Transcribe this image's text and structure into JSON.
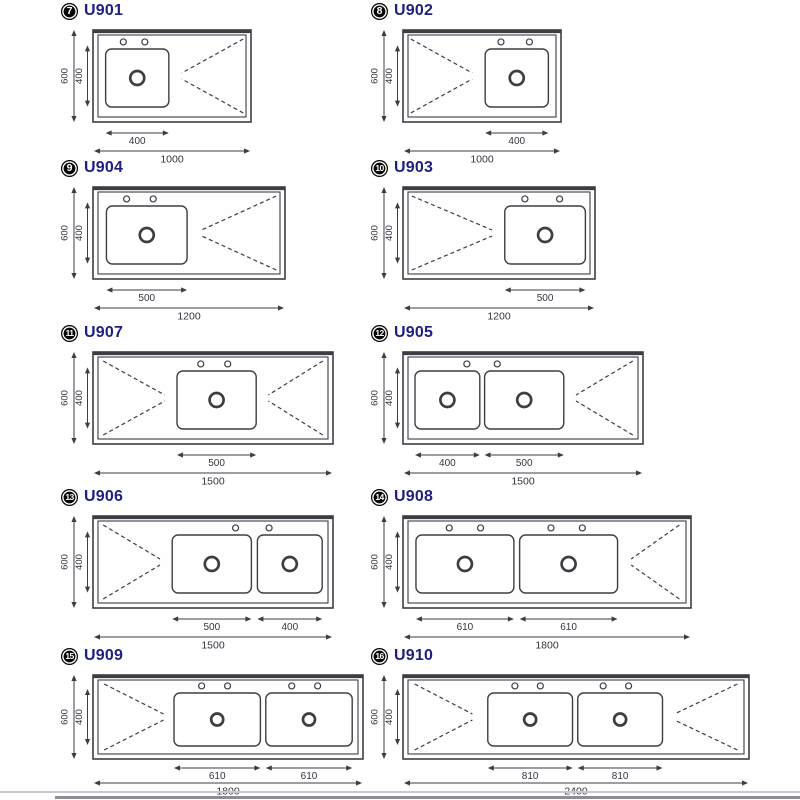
{
  "colors": {
    "line": "#3d3d44",
    "dim_text": "#34343f",
    "model_text": "#1f1f7e",
    "badge_bg": "#050505",
    "badge_text": "#ffffff",
    "divider_light": "#c9c9cd",
    "divider_dark": "#8d8d95",
    "background": "#ffffff"
  },
  "diagrams": [
    {
      "badge": "7",
      "model": "U901",
      "height": "600",
      "bowl_height": "400",
      "total": "1000",
      "geom": {
        "row": 0,
        "col": 0,
        "rect_w": 158,
        "rect_h": 92,
        "segments": [
          {
            "type": "bowl",
            "x": 0.08,
            "w": 0.4,
            "label": "400",
            "holes": [
              0.28,
              0.62
            ]
          },
          {
            "type": "board",
            "x": 0.53,
            "w": 0.44,
            "point": "left"
          }
        ]
      }
    },
    {
      "badge": "8",
      "model": "U902",
      "height": "600",
      "bowl_height": "400",
      "total": "1000",
      "geom": {
        "row": 0,
        "col": 1,
        "rect_w": 158,
        "rect_h": 92,
        "segments": [
          {
            "type": "board",
            "x": 0.03,
            "w": 0.44,
            "point": "right"
          },
          {
            "type": "bowl",
            "x": 0.52,
            "w": 0.4,
            "label": "400",
            "holes": [
              0.25,
              0.7
            ]
          }
        ]
      }
    },
    {
      "badge": "9",
      "model": "U904",
      "height": "600",
      "bowl_height": "400",
      "total": "1200",
      "geom": {
        "row": 1,
        "col": 0,
        "rect_w": 192,
        "rect_h": 92,
        "segments": [
          {
            "type": "bowl",
            "x": 0.07,
            "w": 0.42,
            "label": "500",
            "holes": [
              0.25,
              0.58
            ]
          },
          {
            "type": "board",
            "x": 0.54,
            "w": 0.43,
            "point": "left"
          }
        ]
      }
    },
    {
      "badge": "10",
      "model": "U903",
      "height": "600",
      "bowl_height": "400",
      "total": "1200",
      "geom": {
        "row": 1,
        "col": 1,
        "rect_w": 192,
        "rect_h": 92,
        "segments": [
          {
            "type": "board",
            "x": 0.03,
            "w": 0.46,
            "point": "right"
          },
          {
            "type": "bowl",
            "x": 0.53,
            "w": 0.42,
            "label": "500",
            "holes": [
              0.25,
              0.68
            ]
          }
        ]
      }
    },
    {
      "badge": "11",
      "model": "U907",
      "height": "600",
      "bowl_height": "400",
      "total": "1500",
      "geom": {
        "row": 2,
        "col": 0,
        "rect_w": 240,
        "rect_h": 92,
        "segments": [
          {
            "type": "board",
            "x": 0.03,
            "w": 0.29,
            "point": "right"
          },
          {
            "type": "bowl",
            "x": 0.35,
            "w": 0.33,
            "label": "500",
            "holes": [
              0.3,
              0.64
            ]
          },
          {
            "type": "board",
            "x": 0.71,
            "w": 0.26,
            "point": "left"
          }
        ]
      }
    },
    {
      "badge": "12",
      "model": "U905",
      "height": "600",
      "bowl_height": "400",
      "total": "1500",
      "geom": {
        "row": 2,
        "col": 1,
        "rect_w": 240,
        "rect_h": 92,
        "segments": [
          {
            "type": "bowl",
            "x": 0.05,
            "w": 0.27,
            "label": "400",
            "holes": [
              0.8
            ]
          },
          {
            "type": "bowl",
            "x": 0.34,
            "w": 0.33,
            "label": "500",
            "holes": [
              0.16
            ]
          },
          {
            "type": "board",
            "x": 0.7,
            "w": 0.27,
            "point": "left"
          }
        ]
      }
    },
    {
      "badge": "13",
      "model": "U906",
      "height": "600",
      "bowl_height": "400",
      "total": "1500",
      "geom": {
        "row": 3,
        "col": 0,
        "rect_w": 240,
        "rect_h": 92,
        "segments": [
          {
            "type": "board",
            "x": 0.03,
            "w": 0.27,
            "point": "right"
          },
          {
            "type": "bowl",
            "x": 0.33,
            "w": 0.33,
            "label": "500",
            "holes": [
              0.8
            ]
          },
          {
            "type": "bowl",
            "x": 0.685,
            "w": 0.27,
            "label": "400",
            "holes": [
              0.18
            ]
          }
        ]
      }
    },
    {
      "badge": "14",
      "model": "U908",
      "height": "600",
      "bowl_height": "400",
      "total": "1800",
      "geom": {
        "row": 3,
        "col": 1,
        "rect_w": 288,
        "rect_h": 92,
        "segments": [
          {
            "type": "bowl",
            "x": 0.045,
            "w": 0.34,
            "label": "610",
            "holes": [
              0.34,
              0.66
            ]
          },
          {
            "type": "bowl",
            "x": 0.405,
            "w": 0.34,
            "label": "610",
            "holes": [
              0.32,
              0.64
            ]
          },
          {
            "type": "board",
            "x": 0.775,
            "w": 0.195,
            "point": "left"
          }
        ]
      }
    },
    {
      "badge": "15",
      "model": "U909",
      "height": "600",
      "bowl_height": "400",
      "total": "1800",
      "geom": {
        "row": 4,
        "col": 0,
        "rect_w": 270,
        "rect_h": 84,
        "segments": [
          {
            "type": "board",
            "x": 0.03,
            "w": 0.25,
            "point": "right"
          },
          {
            "type": "bowl",
            "x": 0.3,
            "w": 0.32,
            "label": "610",
            "holes": [
              0.32,
              0.62
            ]
          },
          {
            "type": "bowl",
            "x": 0.64,
            "w": 0.32,
            "label": "610",
            "holes": [
              0.3,
              0.6
            ]
          }
        ]
      }
    },
    {
      "badge": "16",
      "model": "U910",
      "height": "600",
      "bowl_height": "400",
      "total": "2400",
      "geom": {
        "row": 4,
        "col": 1,
        "rect_w": 346,
        "rect_h": 84,
        "segments": [
          {
            "type": "board",
            "x": 0.025,
            "w": 0.19,
            "point": "right"
          },
          {
            "type": "bowl",
            "x": 0.245,
            "w": 0.245,
            "label": "810",
            "holes": [
              0.32,
              0.62
            ]
          },
          {
            "type": "bowl",
            "x": 0.505,
            "w": 0.245,
            "label": "810",
            "holes": [
              0.3,
              0.6
            ]
          },
          {
            "type": "board",
            "x": 0.77,
            "w": 0.205,
            "point": "left"
          }
        ]
      }
    }
  ]
}
